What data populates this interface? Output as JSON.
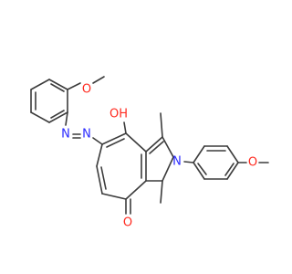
{
  "atom_labels": {
    "methoxy_o_top": "O",
    "azo_n1": "N",
    "azo_n2": "N",
    "hydroxyl": "OH",
    "pyrrole_n": "N",
    "ketone_o": "O",
    "methoxy_o_right": "O"
  },
  "colors": {
    "bond": "#3c3c3c",
    "oxygen": "#ff2a1f",
    "nitrogen": "#2a2aff",
    "background": "#ffffff"
  }
}
